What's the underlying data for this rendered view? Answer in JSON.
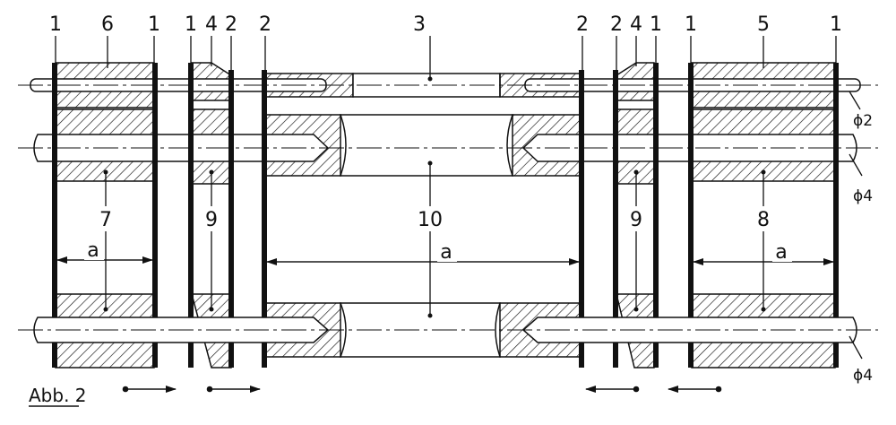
{
  "figure": {
    "caption": "Abb. 2",
    "top_labels": [
      "1",
      "6",
      "1",
      "1",
      "4",
      "2",
      "2",
      "3",
      "2",
      "2",
      "4",
      "1",
      "1",
      "5",
      "1"
    ],
    "part_labels": {
      "left_roll": "7",
      "left_collars": "9",
      "center_roll": "10",
      "right_collars": "9",
      "right_roll": "8"
    },
    "dimension_label": "a",
    "dia_labels": [
      "ϕ2",
      "ϕ4",
      "ϕ4"
    ],
    "colors": {
      "ink": "#111111",
      "hatch": "#111111",
      "paper": "#ffffff"
    }
  }
}
